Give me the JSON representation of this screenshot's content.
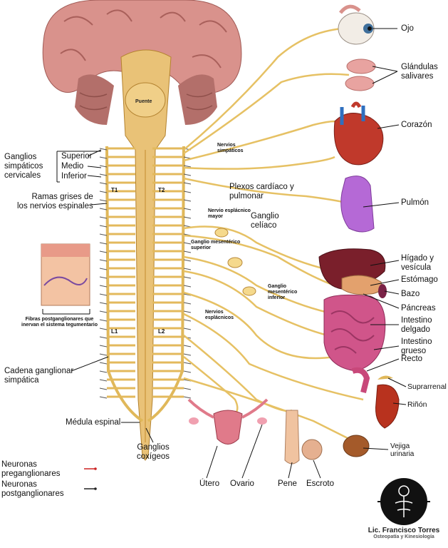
{
  "labels": {
    "ojo": "Ojo",
    "glandulas": "Glándulas\nsalivares",
    "corazon": "Corazón",
    "pulmon": "Pulmón",
    "higado": "Hígado y\nvesícula",
    "estomago": "Estómago",
    "bazo": "Bazo",
    "pancreas": "Páncreas",
    "intestino_delgado": "Intestino\ndelgado",
    "intestino_grueso": "Intestino\ngrueso",
    "recto": "Recto",
    "suprarrenal": "Suprarrenal",
    "rinon": "Riñón",
    "vejiga": "Vejiga\nurinaria",
    "utero": "Útero",
    "ovario": "Ovario",
    "pene": "Pene",
    "escroto": "Escroto",
    "puente": "Puente",
    "ganglios_cervicales": "Ganglios\nsimpáticos\ncervicales",
    "superior": "Superior",
    "medio": "Medio",
    "inferior": "Inferior",
    "ramas_grises": "Ramas grises de\nlos nervios espinales",
    "t1": "T1",
    "t2": "T2",
    "l1": "L1",
    "l2": "L2",
    "nervios_simpaticos": "Nervios\nsimpáticos",
    "plexos": "Plexos cardíaco y\npulmonar",
    "esplacnico_mayor": "Nervio esplácnico\nmayor",
    "ganglio_celiaco": "Ganglio\ncelíaco",
    "ganglio_mes_sup": "Ganglio mesentérico\nsuperior",
    "ganglio_mes_inf": "Ganglio\nmesentérico\ninferior",
    "nervios_esplacnicos": "Nervios\nesplácnicos",
    "fibras": "Fibras postganglionares que\ninervan el sistema tegumentario",
    "cadena": "Cadena ganglionar\nsimpática",
    "medula": "Médula espinal",
    "coxigeos": "Ganglios\ncoxígeos"
  },
  "legend": {
    "pre": "Neuronas\npreganglionares",
    "post": "Neuronas\npostganglionares",
    "pre_color": "#cc2222",
    "post_color": "#222222"
  },
  "credit": {
    "name": "Lic. Francisco Torres",
    "subtitle": "Osteopatía y Kinesiología"
  },
  "colors": {
    "nerve": "#f2d57a",
    "nerve_stroke": "#c99a3a",
    "cord": "#e9c277",
    "cord_dark": "#c9933a",
    "brain": "#d98a86",
    "heart": "#c0392b",
    "lung": "#b569d6",
    "liver": "#7a1f2b",
    "intestine": "#c8487a",
    "kidney": "#b8321e"
  }
}
